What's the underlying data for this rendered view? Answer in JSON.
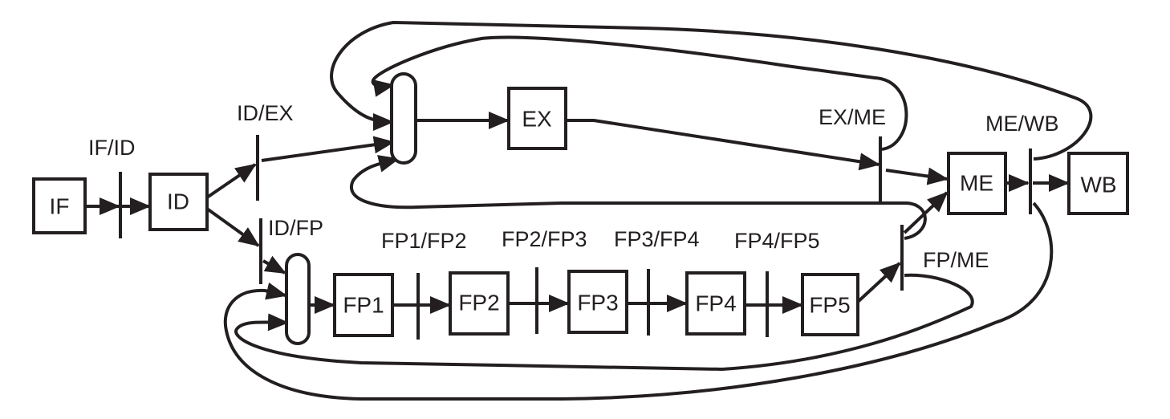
{
  "stages": {
    "if": "IF",
    "id": "ID",
    "ex": "EX",
    "me": "ME",
    "wb": "WB",
    "fp1": "FP1",
    "fp2": "FP2",
    "fp3": "FP3",
    "fp4": "FP4",
    "fp5": "FP5"
  },
  "latches": {
    "if_id": "IF/ID",
    "id_ex": "ID/EX",
    "ex_me": "EX/ME",
    "me_wb": "ME/WB",
    "id_fp": "ID/FP",
    "fp1_fp2": "FP1/FP2",
    "fp2_fp3": "FP2/FP3",
    "fp3_fp4": "FP3/FP4",
    "fp4_fp5": "FP4/FP5",
    "fp_me": "FP/ME"
  },
  "colors": {
    "ink": "#231f20",
    "background": "#ffffff"
  }
}
